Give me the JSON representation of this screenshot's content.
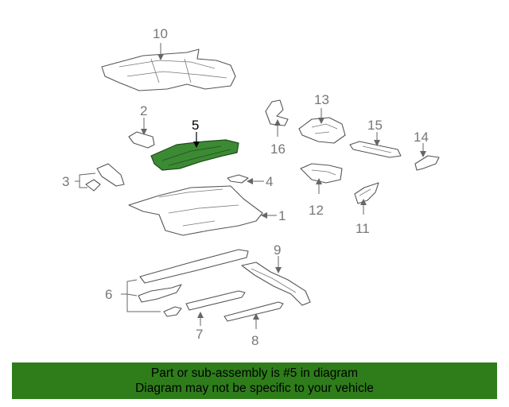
{
  "diagram": {
    "callouts": {
      "c1": "1",
      "c2": "2",
      "c3": "3",
      "c4": "4",
      "c5": "5",
      "c6": "6",
      "c7": "7",
      "c8": "8",
      "c9": "9",
      "c10": "10",
      "c11": "11",
      "c12": "12",
      "c13": "13",
      "c14": "14",
      "c15": "15",
      "c16": "16"
    },
    "highlighted_part": "5",
    "colors": {
      "highlight": "#3c8a34",
      "banner": "#2e7d1a",
      "line": "#555555"
    }
  },
  "banner": {
    "line1": "Part or sub-assembly is #5 in diagram",
    "line2": "Diagram may not be specific to your vehicle"
  }
}
